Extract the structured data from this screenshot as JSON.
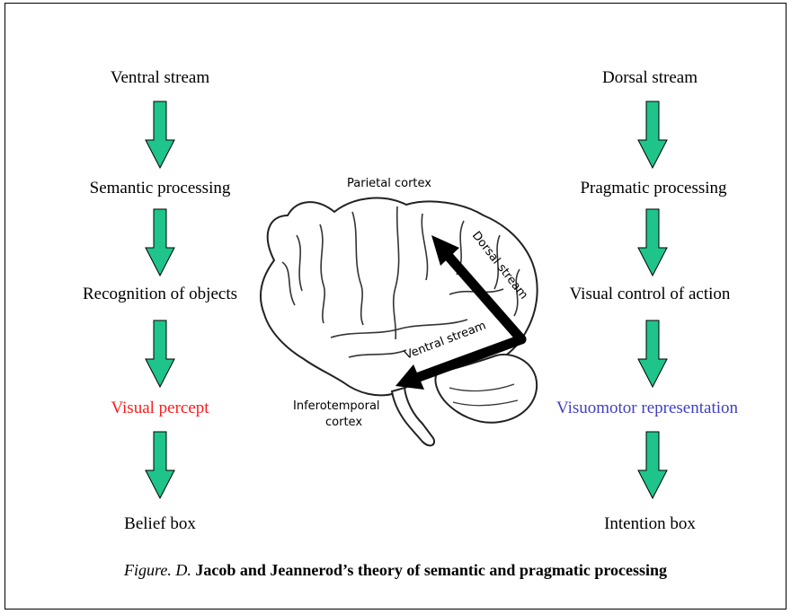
{
  "left_column": {
    "steps": [
      "Ventral stream",
      "Semantic processing",
      "Recognition of objects",
      "Visual percept",
      "Belief box"
    ]
  },
  "right_column": {
    "steps": [
      "Dorsal stream",
      "Pragmatic processing",
      "Visual control of action",
      "Visuomotor representation",
      "Intention box"
    ]
  },
  "brain": {
    "parietal_label": "Parietal cortex",
    "inferotemporal_label_line1": "Inferotemporal",
    "inferotemporal_label_line2": "cortex",
    "dorsal_arrow_label": "Dorsal stream",
    "ventral_arrow_label": "Ventral stream"
  },
  "caption": {
    "prefix": "Figure. D.",
    "title": "Jacob and Jeannerod’s theory of semantic and pragmatic processing"
  },
  "colors": {
    "arrow_fill": "#1ec48a",
    "visual_percept": "#ff1a1a",
    "visuomotor_representation": "#3f3fc4"
  }
}
